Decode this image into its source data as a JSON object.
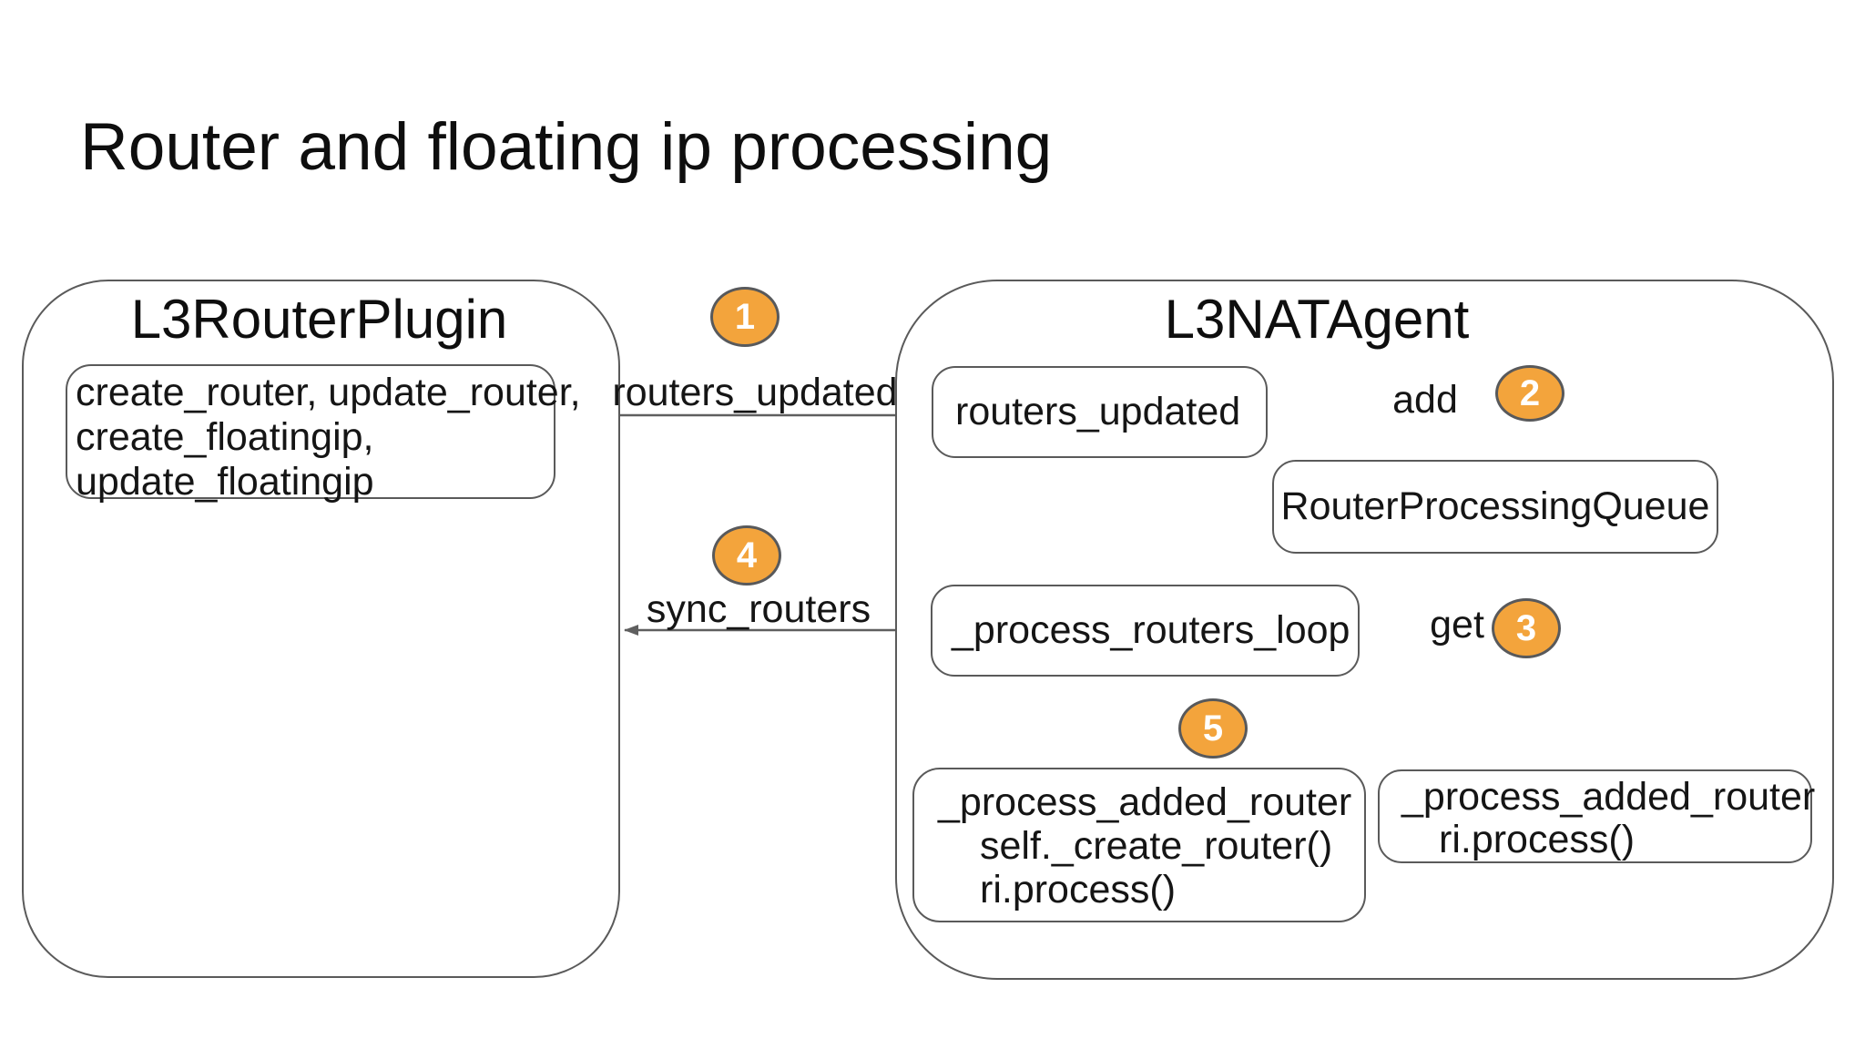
{
  "slide": {
    "title": "Router and floating ip processing"
  },
  "colors": {
    "background": "#FFFFFF",
    "step_badge_fill": "#F3A43C",
    "step_badge_border": "#58595B",
    "line_color": "#5F5F5F",
    "text_color": "#151515"
  },
  "plugin": {
    "title": "L3RouterPlugin",
    "methods": [
      "create_router, update_router,",
      "create_floatingip,",
      "update_floatingip"
    ]
  },
  "agent": {
    "title": "L3NATAgent",
    "nodes": {
      "routers_updated": "routers_updated",
      "queue": "RouterProcessingQueue",
      "loop": "_process_routers_loop",
      "added_router_full": [
        "_process_added_router",
        "self._create_router()",
        "ri.process()"
      ],
      "added_router_simple": [
        "_process_added_router",
        "ri.process()"
      ]
    }
  },
  "edges": {
    "routers_updated": {
      "label": "routers_updated",
      "step": "1"
    },
    "add": {
      "label": "add",
      "step": "2"
    },
    "get": {
      "label": "get",
      "step": "3"
    },
    "sync_routers": {
      "label": "sync_routers",
      "step": "4"
    },
    "dispatch": {
      "step": "5"
    }
  }
}
